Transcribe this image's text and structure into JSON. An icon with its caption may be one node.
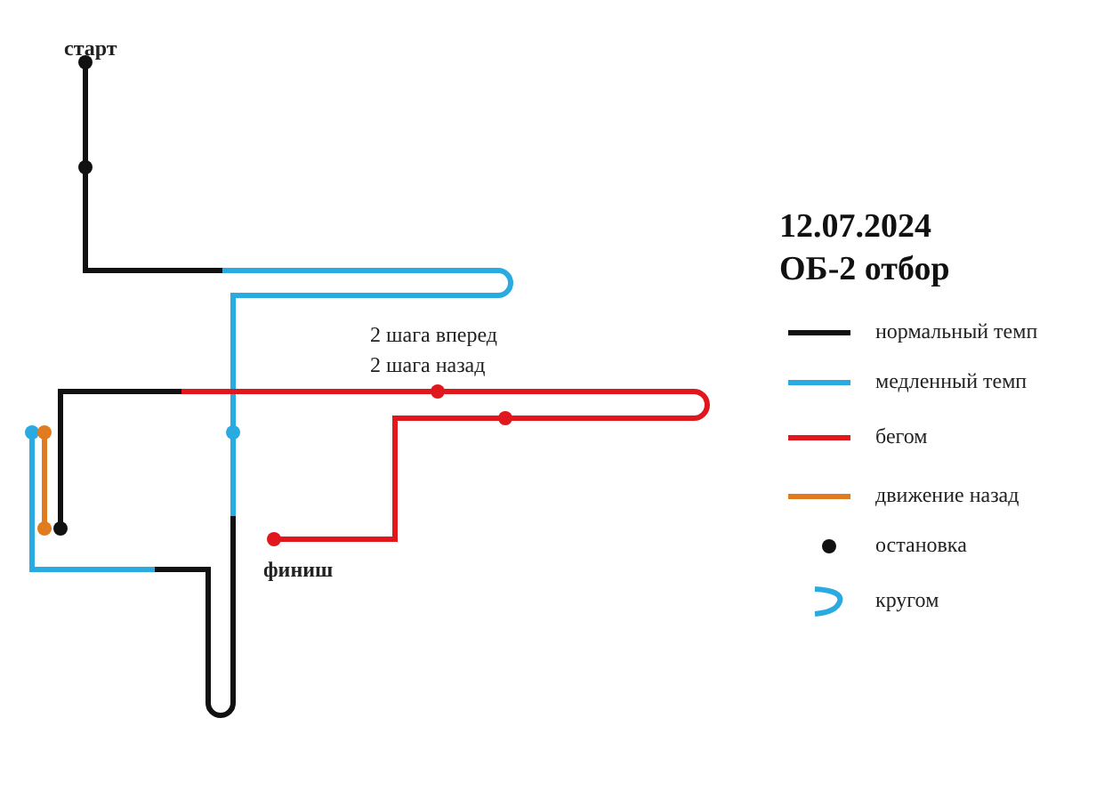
{
  "diagram": {
    "title": "12.07.2024 ОБ-2 отбор",
    "labels": [
      "старт",
      "2 шага вперед",
      "2 шага назад",
      "финиш"
    ],
    "legend": [
      {
        "text": "нормальный темп"
      },
      {
        "text": "медленный темп"
      },
      {
        "text": "бегом"
      },
      {
        "text": "движение назад"
      },
      {
        "text": "остановка"
      },
      {
        "text": "кругом"
      }
    ]
  }
}
